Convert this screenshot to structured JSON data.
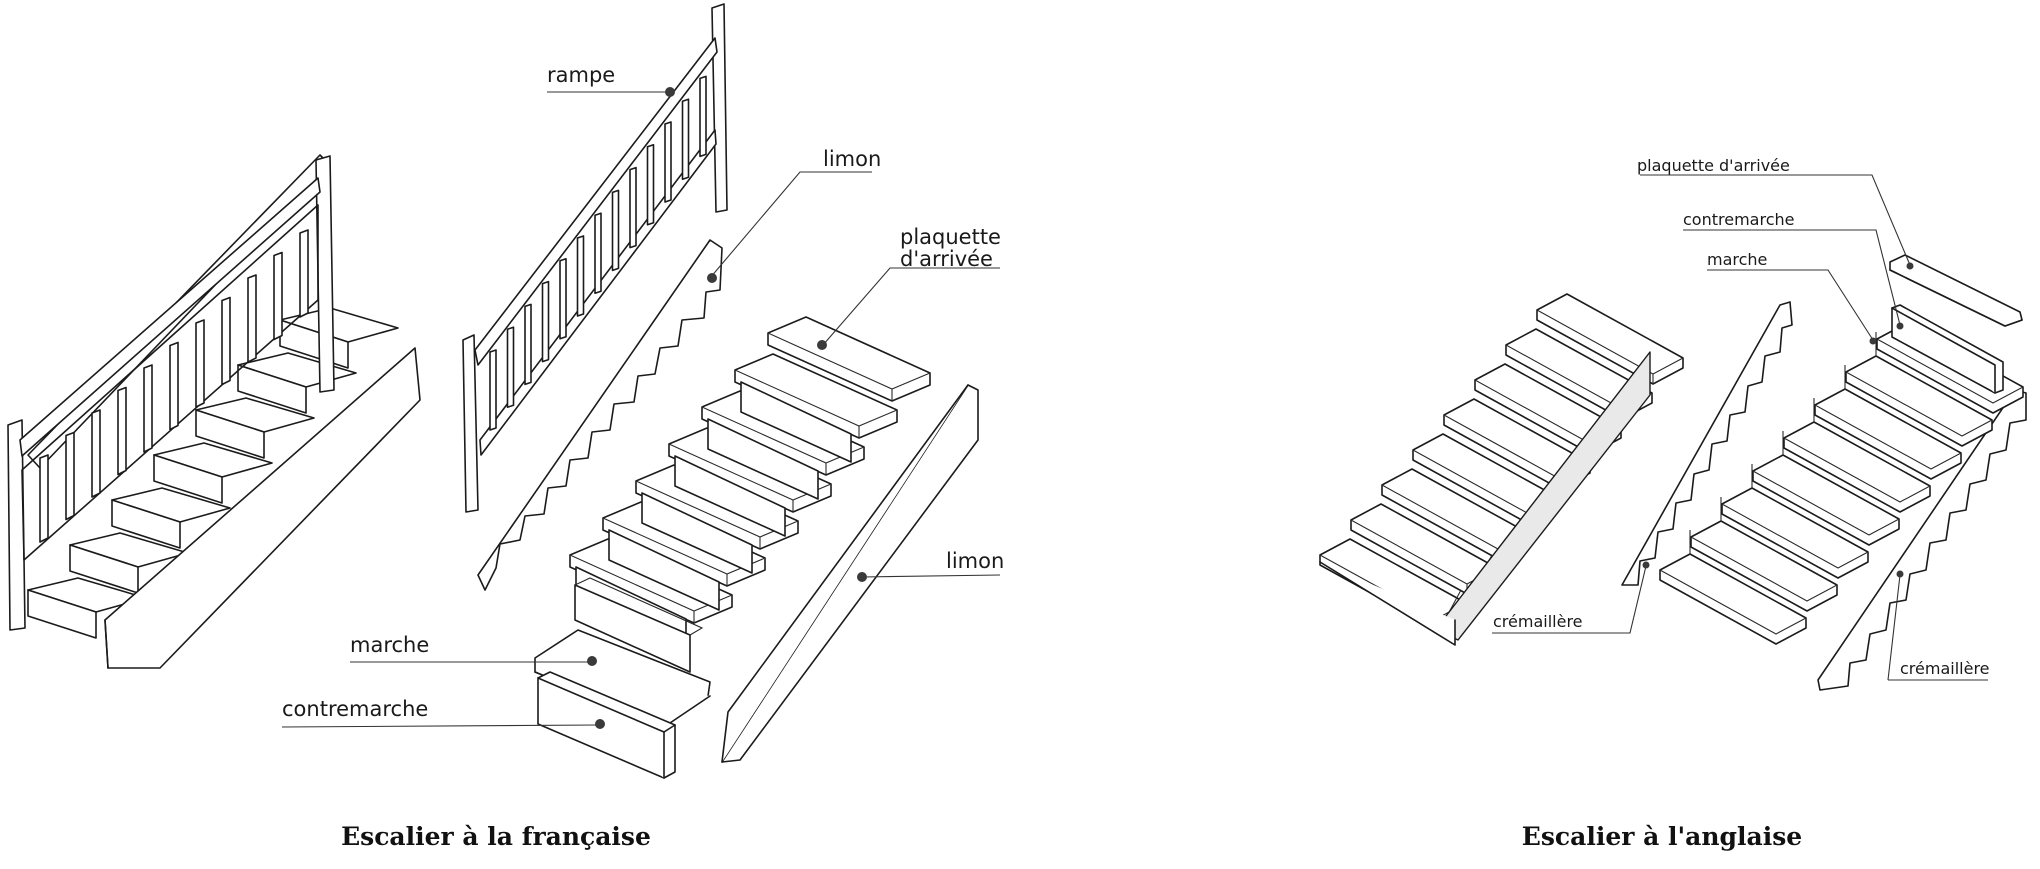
{
  "diagram": {
    "left": {
      "caption": "Escalier à la française",
      "labels": {
        "rampe": "rampe",
        "limon_top": "limon",
        "plaquette_line1": "plaquette",
        "plaquette_line2": "d'arrivée",
        "limon_right": "limon",
        "marche": "marche",
        "contremarche": "contremarche"
      }
    },
    "right": {
      "caption": "Escalier à l'anglaise",
      "labels": {
        "plaquette": "plaquette d'arrivée",
        "contremarche": "contremarche",
        "marche": "marche",
        "cremaillere_left": "crémaillère",
        "cremaillere_right": "crémaillère"
      }
    }
  }
}
